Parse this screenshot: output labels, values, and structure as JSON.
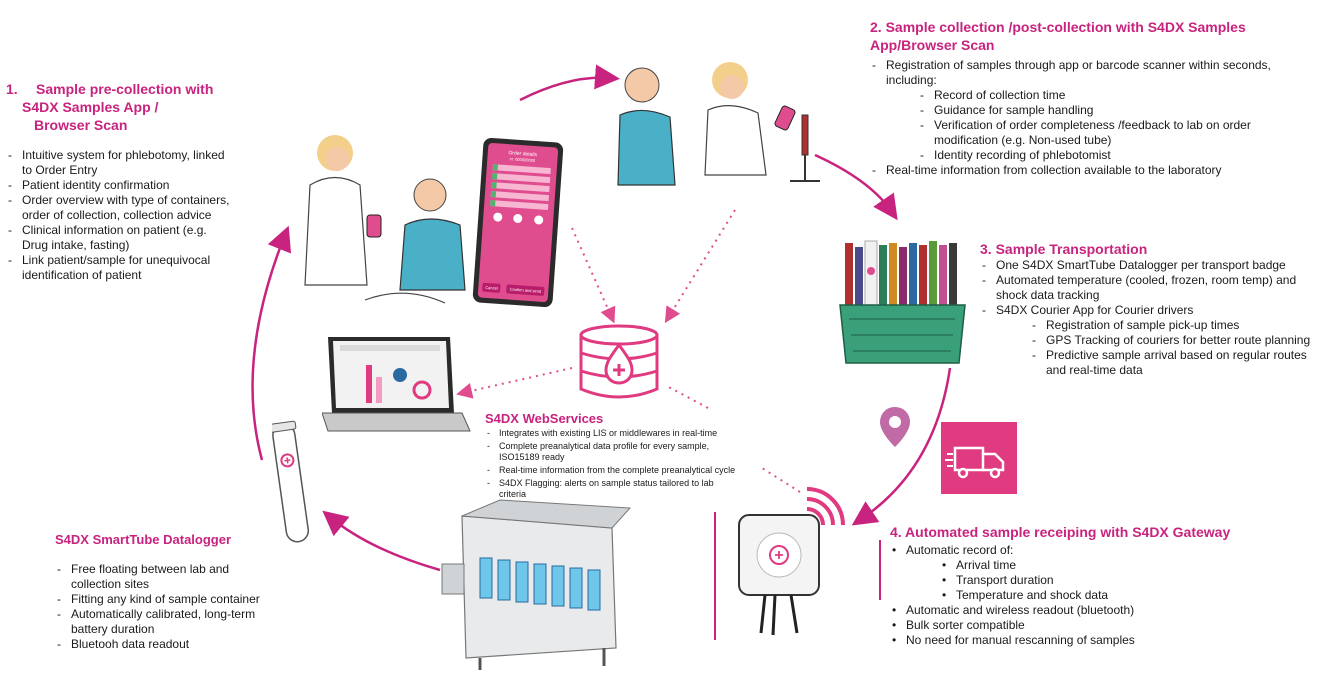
{
  "colors": {
    "accent": "#c8237e",
    "pink_light": "#e85a9a",
    "tray_green": "#3aa07a",
    "gray": "#c8ccd0"
  },
  "step1": {
    "number": "1.",
    "title_line1": "Sample pre-collection with",
    "title_line2": "S4DX Samples App /",
    "title_line3": "Browser Scan",
    "items": [
      "Intuitive system for phlebotomy, linked to Order Entry",
      "Patient identity confirmation",
      "Order overview with type of containers, order of collection, collection advice",
      "Clinical information on patient (e.g. Drug intake, fasting)",
      "Link patient/sample for unequivocal identification of patient"
    ]
  },
  "step2": {
    "title_line1": "2. Sample collection /post-collection with S4DX Samples",
    "title_line2": "App/Browser Scan",
    "lead": "Registration of samples through app or barcode scanner within seconds, including:",
    "subitems": [
      "Record of collection time",
      "Guidance for sample handling",
      "Verification of order completeness /feedback to lab on order modification (e.g. Non-used tube)",
      "Identity recording of phlebotomist"
    ],
    "tail": "Real-time information from collection available to the laboratory"
  },
  "step3": {
    "title": "3. Sample Transportation",
    "items": [
      "One S4DX SmartTube Datalogger per transport badge",
      "Automated temperature (cooled, frozen, room temp) and shock data tracking",
      "S4DX Courier App for Courier drivers"
    ],
    "subitems": [
      "Registration of sample pick-up times",
      "GPS Tracking of couriers for better route planning",
      "Predictive sample arrival based on regular routes and real-time data"
    ]
  },
  "step4": {
    "title": "4. Automated sample receiping with S4DX Gateway",
    "lead": "Automatic record of:",
    "subitems": [
      "Arrival time",
      "Transport duration",
      "Temperature and shock data"
    ],
    "items": [
      "Automatic and wireless readout (bluetooth)",
      "Bulk sorter compatible",
      "No need for manual rescanning of samples"
    ]
  },
  "webservices": {
    "title": "S4DX WebServices",
    "items": [
      "Integrates with existing LIS or middlewares in real-time",
      "Complete preanalytical data profile for every sample, ISO15189 ready",
      "Real-time information from the complete preanalytical cycle",
      "S4DX Flagging: alerts on sample status tailored to lab criteria"
    ]
  },
  "datalogger": {
    "title": "S4DX SmartTube Datalogger",
    "items": [
      "Free floating between lab and collection sites",
      "Fitting any kind of sample container",
      "Automatically calibrated, long-term battery duration",
      "Bluetooh data readout"
    ]
  },
  "tablet": {
    "header": "Order details",
    "order_id": "nr. 000000000",
    "cancel": "Cancel",
    "confirm": "Confirm and send"
  }
}
